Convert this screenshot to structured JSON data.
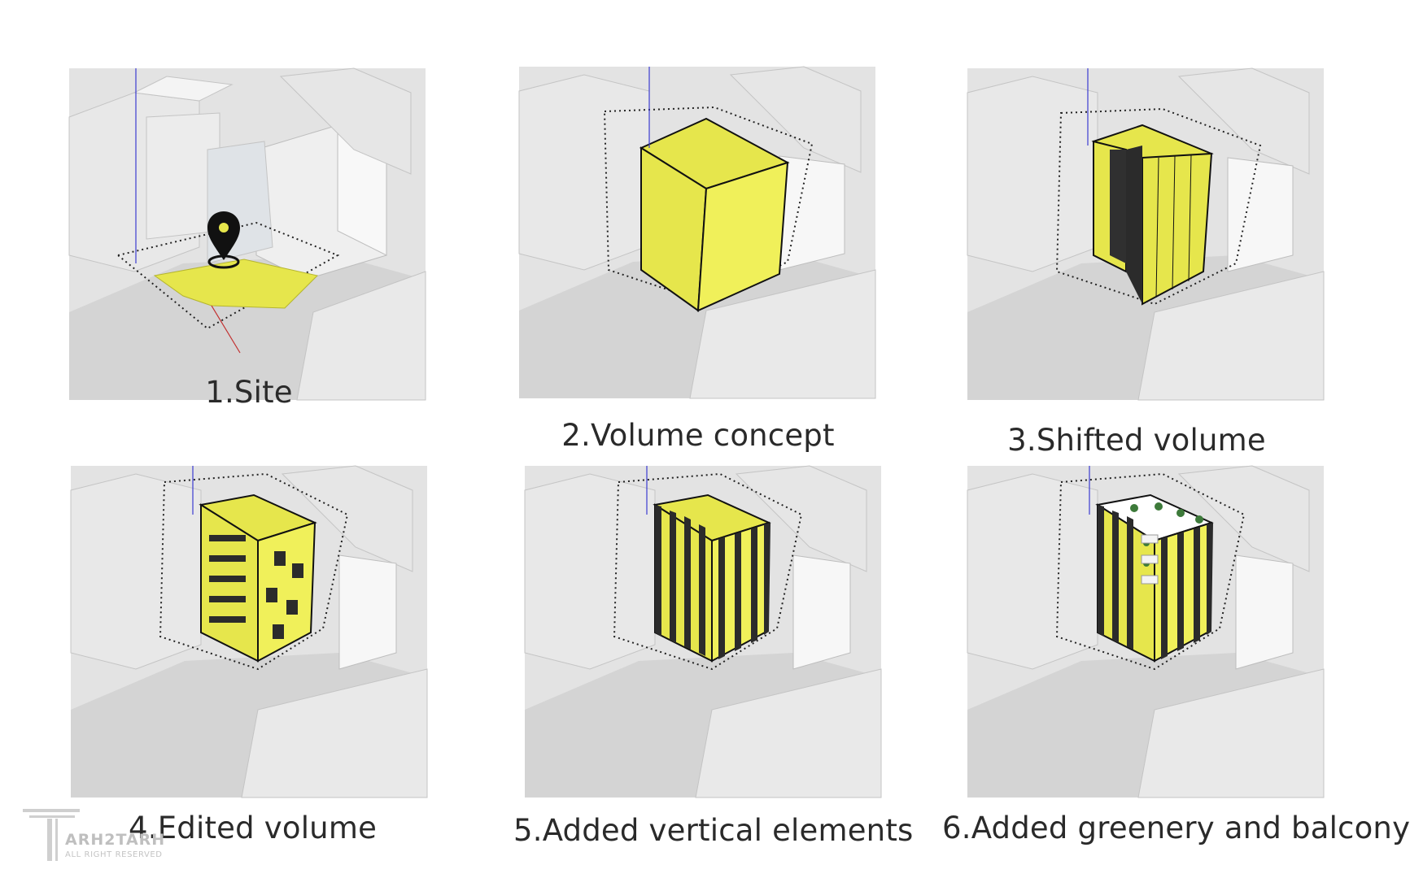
{
  "steps": [
    {
      "id": 1,
      "caption": "1.Site"
    },
    {
      "id": 2,
      "caption": "2.Volume concept"
    },
    {
      "id": 3,
      "caption": "3.Shifted volume"
    },
    {
      "id": 4,
      "caption": "4.Edited volume"
    },
    {
      "id": 5,
      "caption": "5.Added vertical elements"
    },
    {
      "id": 6,
      "caption": "6.Added greenery and balcony"
    }
  ],
  "watermark": {
    "brand": "ARH2TARH",
    "sub": "ALL RIGHT RESERVED"
  },
  "colors": {
    "yellow": "#e6e64c",
    "yellow_side": "#f0f05a",
    "fin": "#2b2b2b",
    "context": "#dcdcdc",
    "greenery": "#3d7a3a"
  },
  "icons": [
    "location-pin-icon"
  ]
}
